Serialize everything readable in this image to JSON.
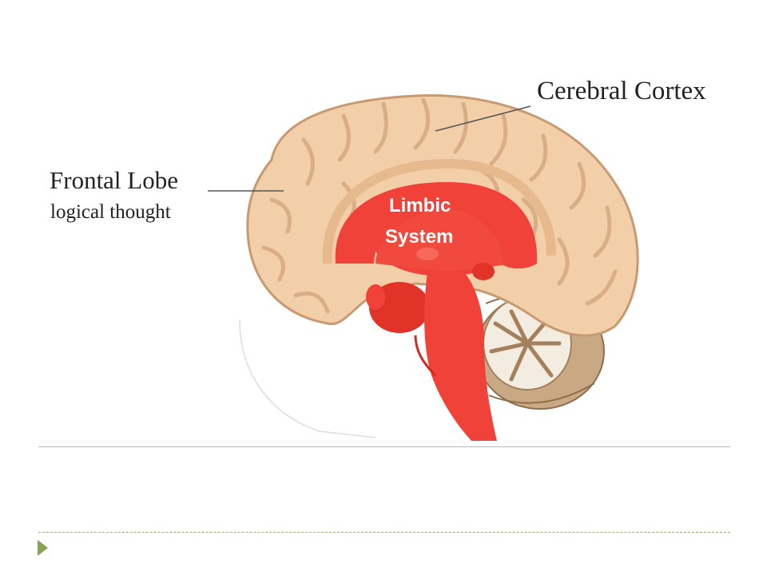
{
  "labels": {
    "cerebral_cortex": "Cerebral Cortex",
    "frontal_lobe": "Frontal Lobe",
    "frontal_lobe_sub": "logical thought",
    "limbic_line1": "Limbic",
    "limbic_line2": "System"
  },
  "colors": {
    "cortex_fill": "#f2cfa8",
    "cortex_stroke": "#c79a72",
    "limbic": "#f04238",
    "cerebellum": "#c9a884",
    "accent_green": "#8aa253"
  },
  "icons": {
    "nav": "triangle-right-icon"
  }
}
